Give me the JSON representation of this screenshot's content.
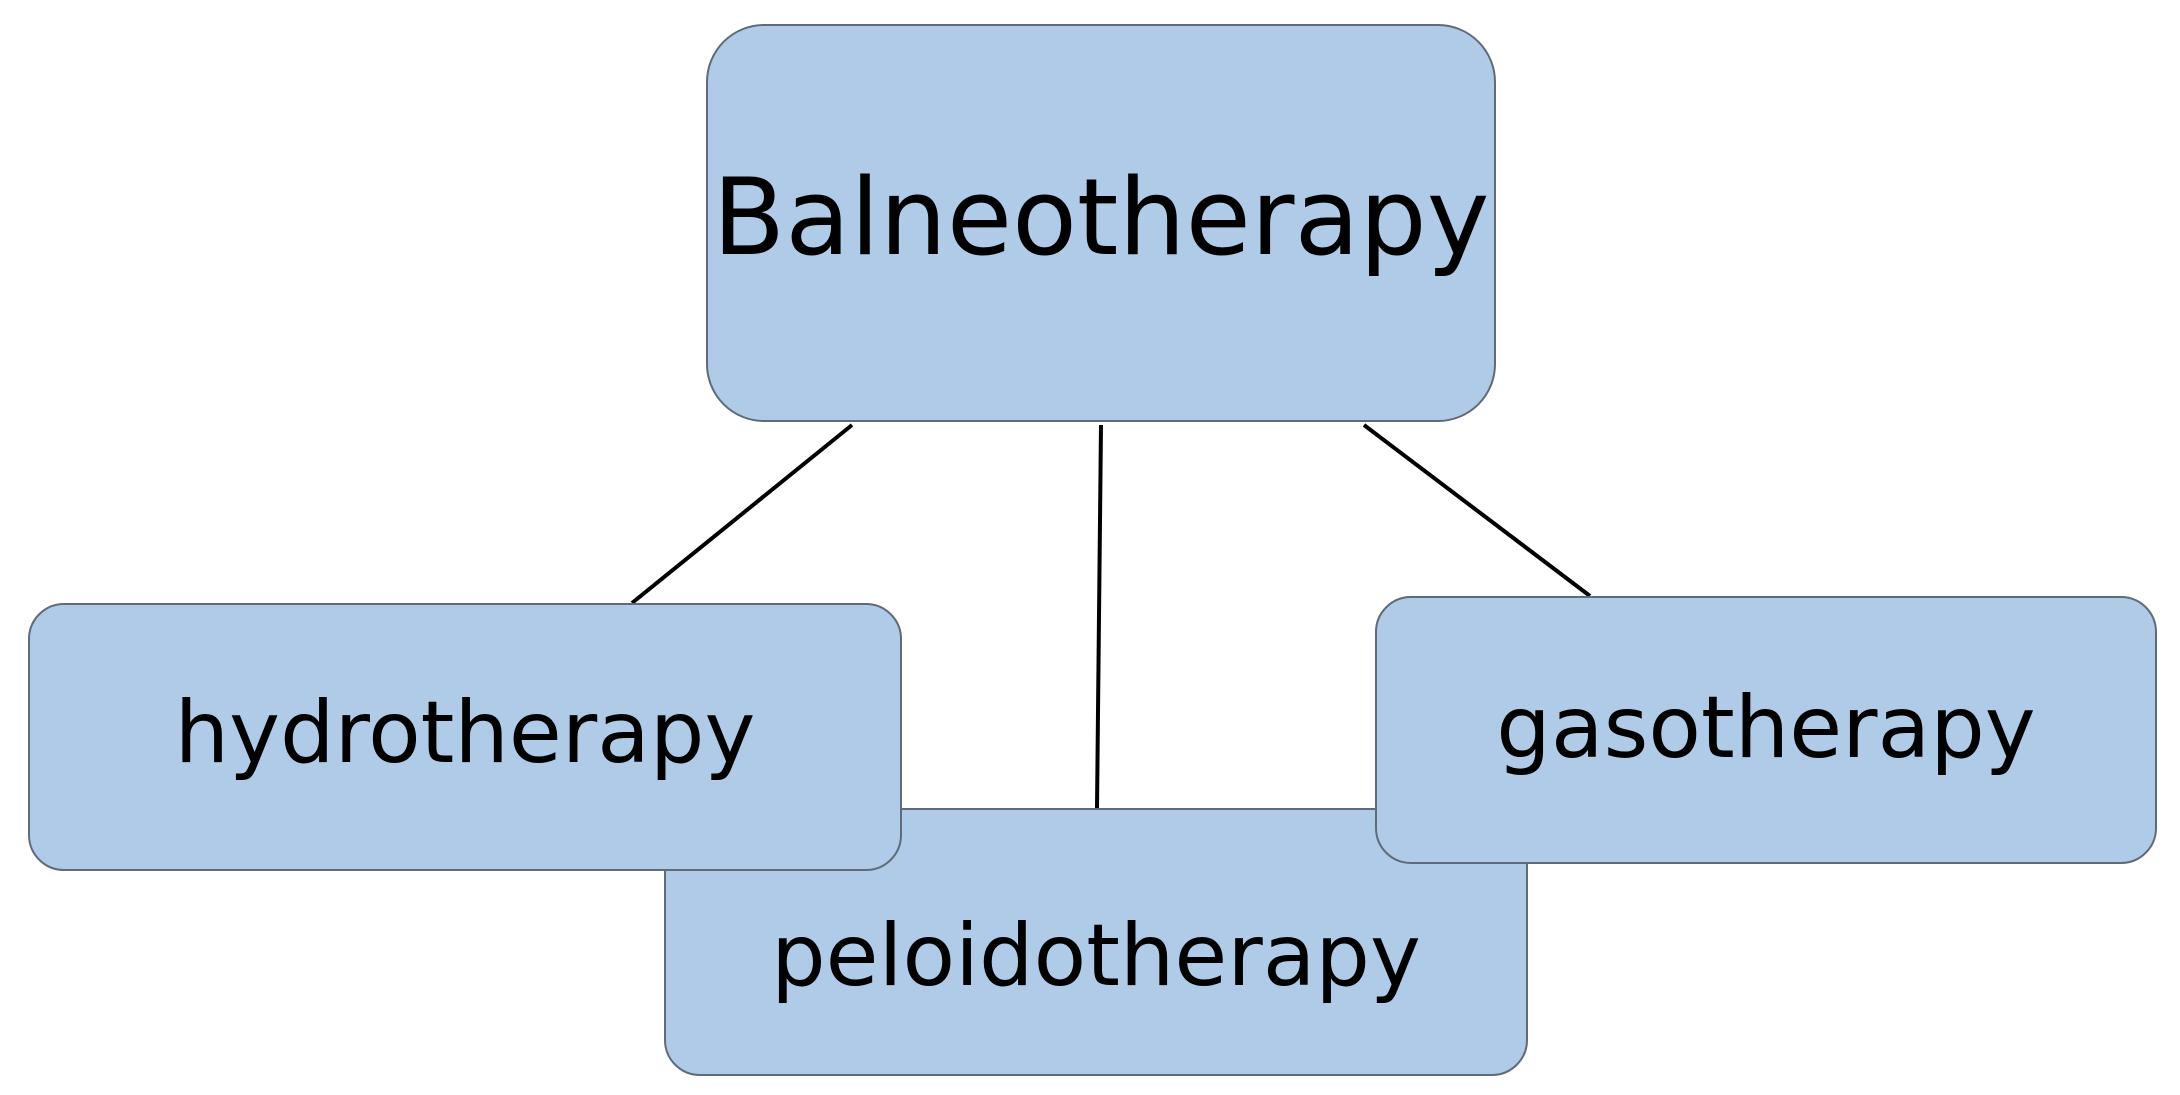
{
  "style": {
    "box_fill": "#afcbe8",
    "box_border": "#5f6b79",
    "connector_color": "#000000"
  },
  "nodes": {
    "root": {
      "label": "Balneotherapy"
    },
    "left": {
      "label": "hydrotherapy"
    },
    "bottom": {
      "label": "peloidotherapy"
    },
    "right": {
      "label": "gasotherapy"
    }
  },
  "edges": [
    {
      "from": "root",
      "to": "left"
    },
    {
      "from": "root",
      "to": "bottom"
    },
    {
      "from": "root",
      "to": "right"
    }
  ]
}
